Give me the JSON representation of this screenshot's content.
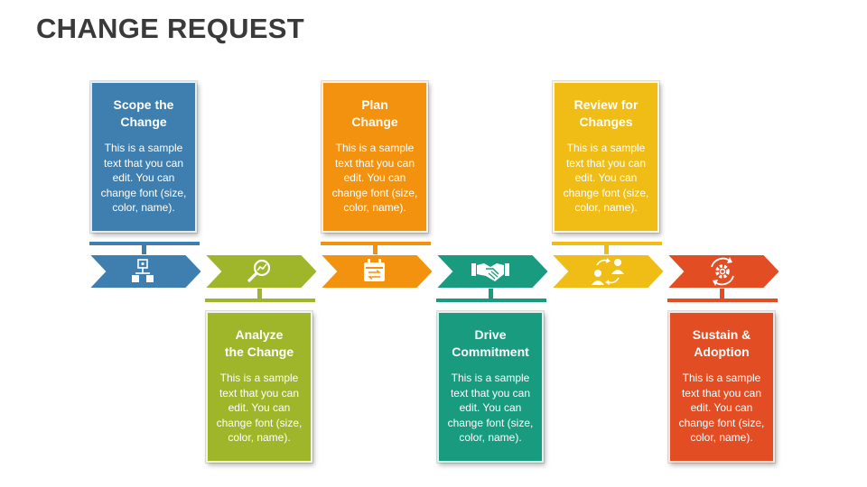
{
  "title": "CHANGE REQUEST",
  "colors": {
    "blue": "#3e7faf",
    "lime": "#9fb62b",
    "orange": "#f2920e",
    "teal": "#199b80",
    "yellow": "#efbd16",
    "red": "#e24d23"
  },
  "steps": [
    {
      "title_line1": "Scope the",
      "title_line2": "Change",
      "icon": "org-chart-icon",
      "text": "This is a sample text that you can edit. You can change font (size, color, name)."
    },
    {
      "title_line1": "Analyze",
      "title_line2": "the Change",
      "icon": "magnifier-chart-icon",
      "text": "This is a sample text that you can edit. You can change font (size, color, name)."
    },
    {
      "title_line1": "Plan",
      "title_line2": "Change",
      "icon": "calendar-icon",
      "text": "This is a sample text that you can edit. You can change font (size, color, name)."
    },
    {
      "title_line1": "Drive",
      "title_line2": "Commitment",
      "icon": "handshake-icon",
      "text": "This is a sample text that you can edit. You can change font (size, color, name)."
    },
    {
      "title_line1": "Review for",
      "title_line2": "Changes",
      "icon": "people-exchange-icon",
      "text": "This is a sample text that you can edit. You can change font (size, color, name)."
    },
    {
      "title_line1": "Sustain &",
      "title_line2": "Adoption",
      "icon": "gear-cycle-icon",
      "text": "This is a sample text that you can edit. You can change font (size, color, name)."
    }
  ]
}
